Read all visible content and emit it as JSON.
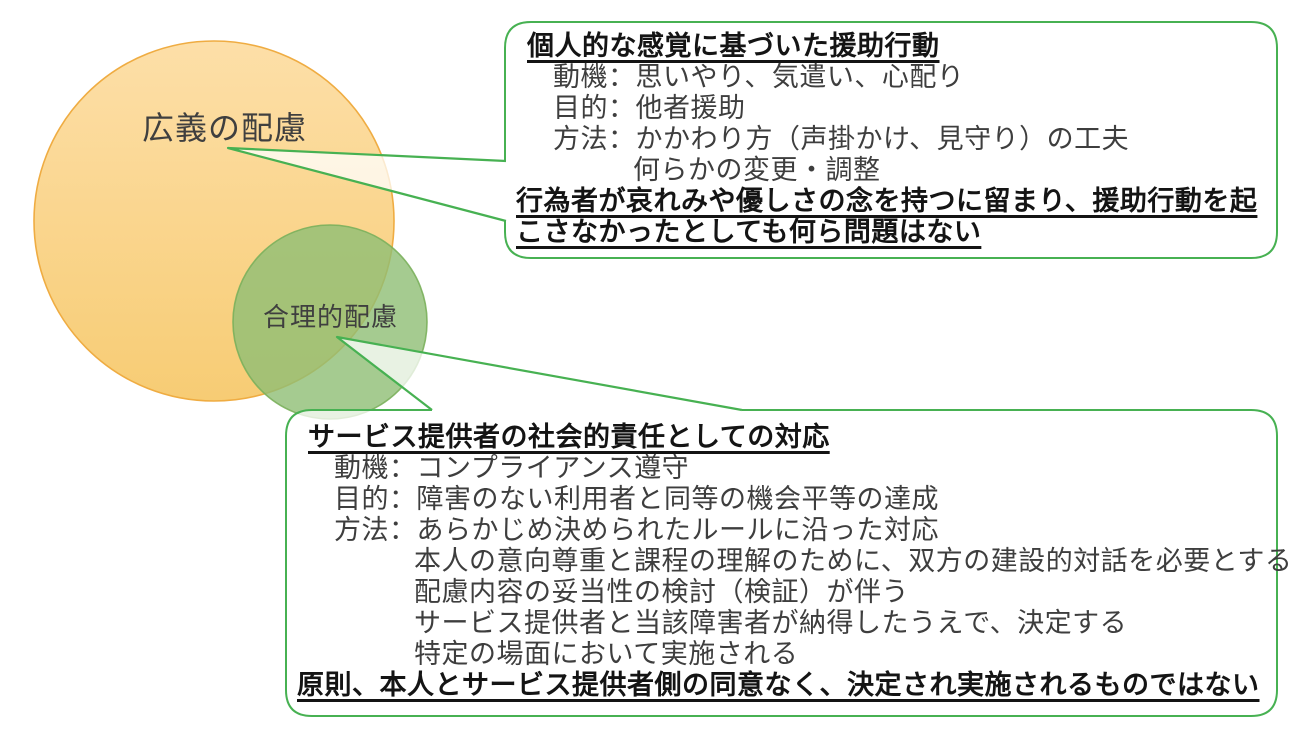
{
  "diagram": {
    "venn": {
      "circle_broad": {
        "label": "広義の配慮"
      },
      "circle_reasonable": {
        "label": "合理的配慮"
      }
    },
    "callout_top": {
      "title": "個人的な感覚に基づいた援助行動",
      "lines": [
        {
          "text": "動機：思いやり、気遣い、心配り",
          "indent": 1
        },
        {
          "text": "目的：他者援助",
          "indent": 1
        },
        {
          "text": "方法：かかわり方（声掛かけ、見守り）の工夫",
          "indent": 1
        },
        {
          "text": "何らかの変更・調整",
          "indent": 2
        }
      ],
      "emphasis_lines": [
        "行為者が哀れみや優しさの念を持つに留まり、援助行動を起",
        "こさなかったとしても何ら問題はない"
      ]
    },
    "callout_bottom": {
      "title": "サービス提供者の社会的責任としての対応",
      "lines": [
        {
          "text": "動機：コンプライアンス遵守",
          "indent": 1
        },
        {
          "text": "目的：障害のない利用者と同等の機会平等の達成",
          "indent": 1
        },
        {
          "text": "方法：あらかじめ決められたルールに沿った対応",
          "indent": 1
        },
        {
          "text": "本人の意向尊重と課程の理解のために、双方の建設的対話を必要とする",
          "indent": 2
        },
        {
          "text": "配慮内容の妥当性の検討（検証）が伴う",
          "indent": 2
        },
        {
          "text": "サービス提供者と当該障害者が納得したうえで、決定する",
          "indent": 2
        },
        {
          "text": "特定の場面において実施される",
          "indent": 2
        }
      ],
      "emphasis_lines": [
        "原則、本人とサービス提供者側の同意なく、決定され実施されるものではない"
      ]
    },
    "colors": {
      "orange_fill_top": "#FDDFA8",
      "orange_fill_bottom": "#F7CC74",
      "orange_stroke": "#EFAC42",
      "green_fill": "#8FBE74",
      "green_stroke": "#7BB05C",
      "callout_stroke": "#47B152",
      "callout_fill": "rgba(255,255,255,0.75)",
      "text_regular": "#3E3E3E",
      "text_emphasis": "#141414"
    }
  }
}
